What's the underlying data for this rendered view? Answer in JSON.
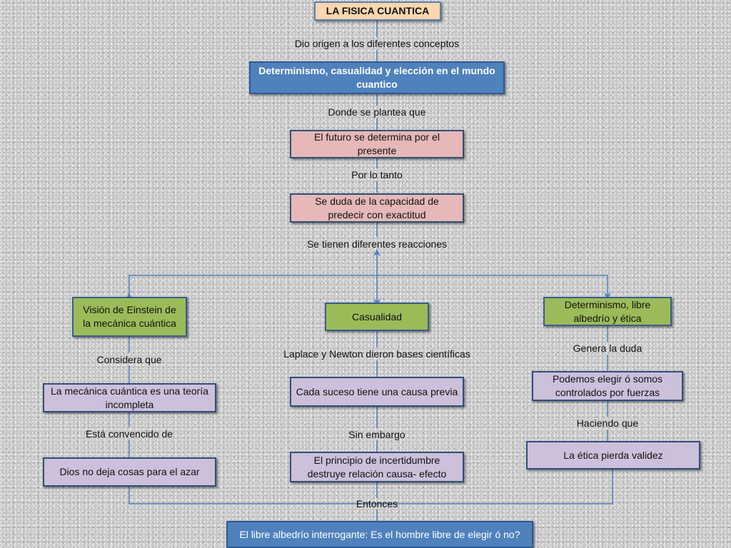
{
  "title": "LA FISICA CUANTICA",
  "links": {
    "origen": "Dio origen a los diferentes conceptos",
    "plantea": "Donde se plantea que",
    "tanto": "Por lo tanto",
    "reacciones": "Se tienen diferentes reacciones",
    "considera": "Considera que",
    "convencido": "Está convencido de",
    "laplace": "Laplace y Newton dieron bases científicas",
    "sin_embargo": "Sin embargo",
    "genera": "Genera la duda",
    "haciendo": "Haciendo que",
    "entonces": "Entonces"
  },
  "nodes": {
    "determinismo": "Determinismo,  casualidad y elección en el mundo cuantico",
    "futuro": "El futuro se determina por el presente",
    "duda": "Se duda de la capacidad de predecir con exactitud",
    "einstein": "Visión de Einstein de la mecánica cuántica",
    "casualidad": "Casualidad",
    "libre": "Determinismo, libre albedrío y ética",
    "incompleta": "La mecánica cuántica es una teoría incompleta",
    "azar": "Dios no deja cosas para el azar",
    "causa": "Cada suceso tiene una causa previa",
    "incertidumbre": "El principio de incertidumbre destruye relación causa- efecto",
    "elegir": "Podemos elegir ó somos controlados por fuerzas",
    "etica": "La ética pierda validez",
    "final": "El libre albedrío interrogante: Es el hombre libre de elegir ó no?"
  },
  "colors": {
    "title": "#fbd6ae",
    "blue": "#4f81bd",
    "pink": "#e6b8b7",
    "green": "#9bbb59",
    "lavender": "#ccc0da",
    "connector": "#4f81bd"
  }
}
